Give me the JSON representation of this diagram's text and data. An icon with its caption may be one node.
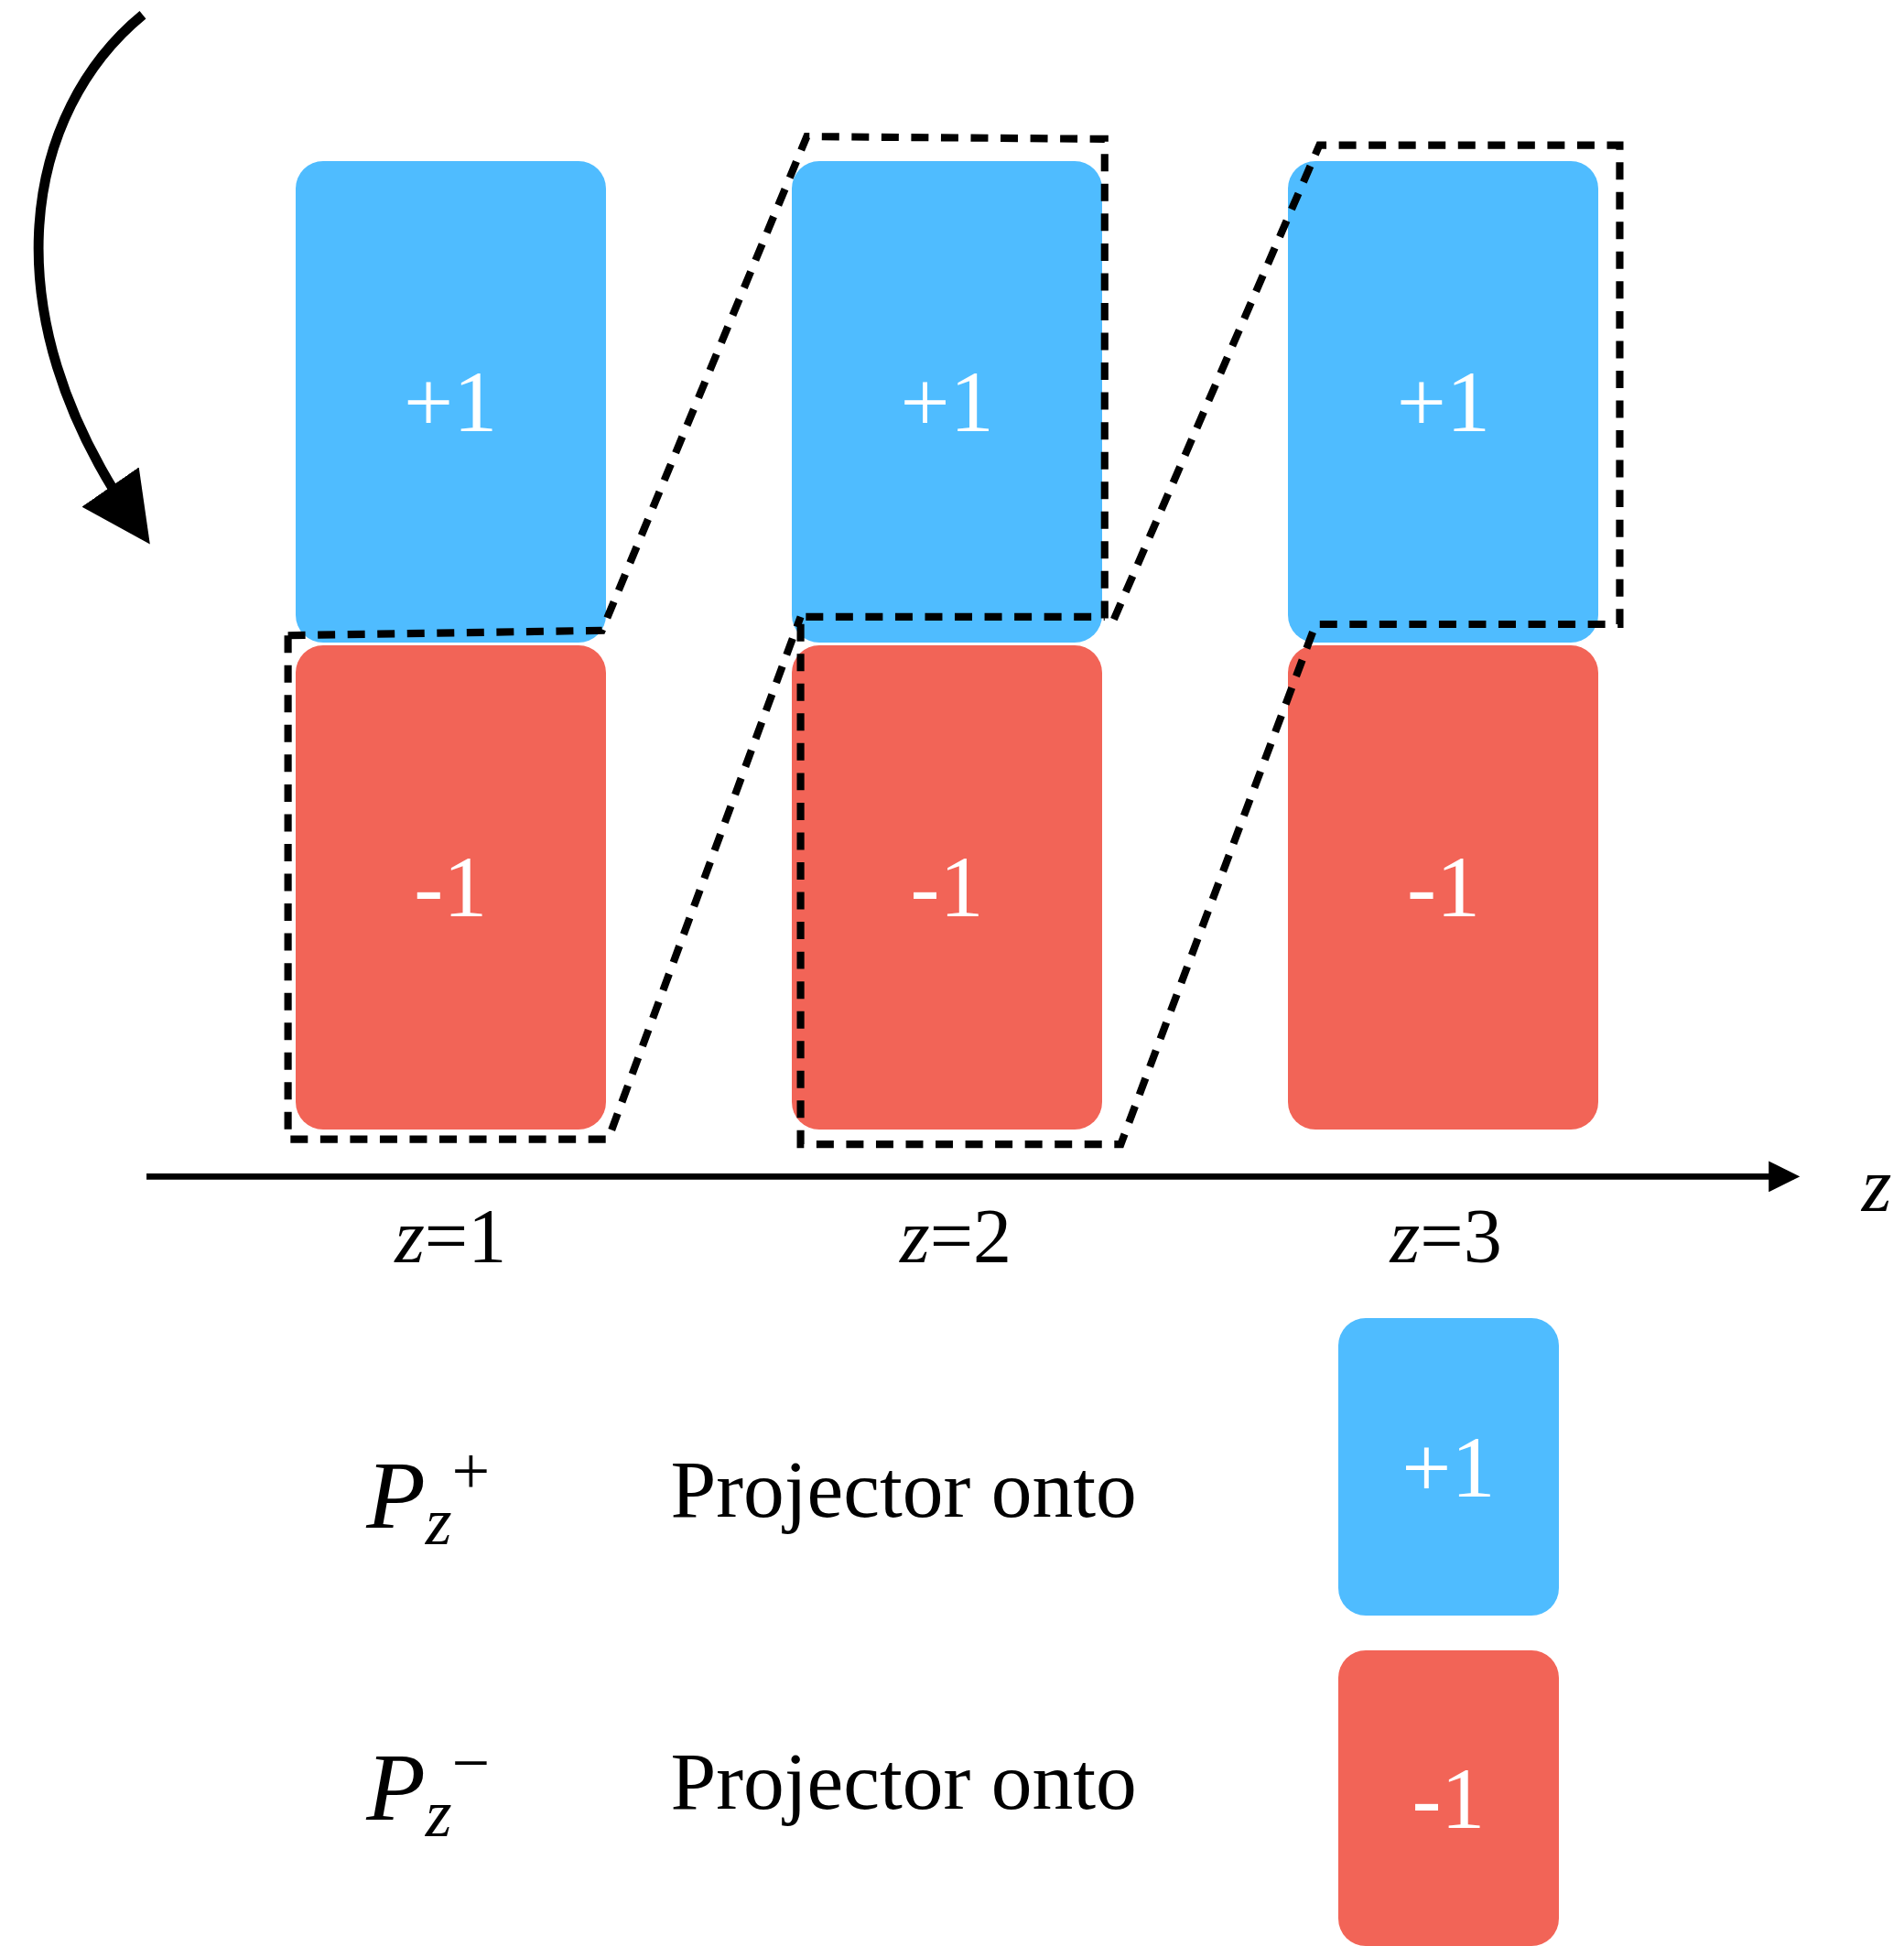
{
  "diagram": {
    "nodes": [
      {
        "text": [
          "+1"
        ]
      },
      {
        "text": [
          "-1"
        ]
      },
      {
        "text": [
          "+1"
        ]
      },
      {
        "text": [
          "-1"
        ]
      },
      {
        "text": [
          "+1"
        ]
      },
      {
        "text": [
          "-1"
        ]
      },
      {
        "text": [
          "+1"
        ]
      },
      {
        "text": [
          "-1"
        ]
      }
    ],
    "labels": [
      "*z*=1",
      "*z*=2",
      "*z*=3",
      "z",
      "*P*$_{z}$$^{+}$",
      "Projector onto",
      "*P*$_{z}$$^{−}$",
      "Projector onto"
    ]
  }
}
